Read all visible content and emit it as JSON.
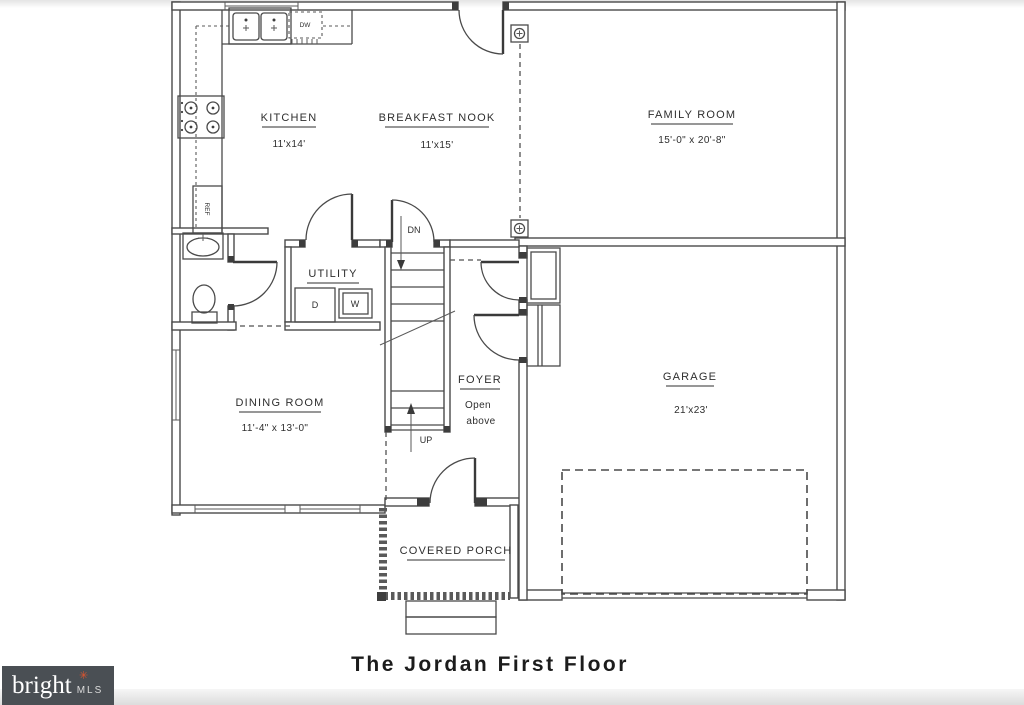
{
  "title": "The Jordan First Floor",
  "logo": {
    "brand": "bright",
    "suffix": "MLS",
    "star": "✳"
  },
  "rooms": {
    "kitchen": {
      "label": "KITCHEN",
      "dims": "11'x14'"
    },
    "breakfast_nook": {
      "label": "BREAKFAST NOOK",
      "dims": "11'x15'"
    },
    "family_room": {
      "label": "FAMILY ROOM",
      "dims": "15'-0\" x 20'-8\""
    },
    "utility": {
      "label": "UTILITY"
    },
    "dining_room": {
      "label": "DINING ROOM",
      "dims": "11'-4\" x 13'-0\""
    },
    "foyer": {
      "label": "FOYER",
      "note1": "Open",
      "note2": "above"
    },
    "garage": {
      "label": "GARAGE",
      "dims": "21'x23'"
    },
    "covered_porch": {
      "label": "COVERED PORCH"
    }
  },
  "stairs": {
    "down": "DN",
    "up": "UP"
  },
  "fixtures": {
    "dryer": "D",
    "washer": "W",
    "refrigerator": "REF",
    "dishwasher": "DW"
  },
  "colors": {
    "line": "#4a4a4a",
    "background": "#ffffff",
    "logo_bg": "#4a4f54",
    "logo_accent": "#e0552e"
  }
}
